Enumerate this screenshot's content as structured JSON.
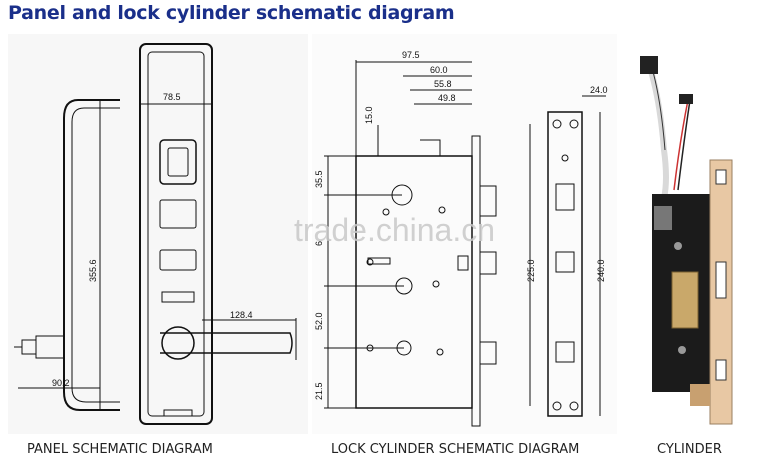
{
  "title": "Panel and lock cylinder schematic diagram",
  "watermark": "trade.china.cn",
  "captions": {
    "panel": "PANEL SCHEMATIC DIAGRAM",
    "lock": "LOCK CYLINDER SCHEMATIC DIAGRAM",
    "cylinder": "CYLINDER"
  },
  "panel_dims": {
    "width": "78.5",
    "height": "355.6",
    "handle": "128.4",
    "depth": "90.2"
  },
  "lock_dims": {
    "total": "97.5",
    "d60": "60.0",
    "d558": "55.8",
    "d498": "49.8",
    "d15": "15.0",
    "d355": "35.5",
    "d6": "6",
    "d52": "52.0",
    "d215": "21.5",
    "d225": "225.0",
    "d240": "240.0",
    "d24": "24.0"
  }
}
